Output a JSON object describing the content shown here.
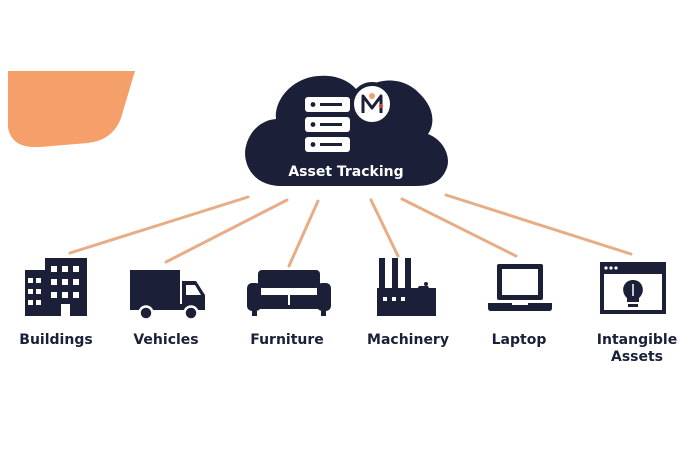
{
  "hub": {
    "label": "Asset Tracking"
  },
  "nodes": [
    {
      "id": "buildings",
      "label": "Buildings",
      "icon": "office-building-icon"
    },
    {
      "id": "vehicles",
      "label": "Vehicles",
      "icon": "delivery-truck-icon"
    },
    {
      "id": "furniture",
      "label": "Furniture",
      "icon": "sofa-icon"
    },
    {
      "id": "machinery",
      "label": "Machinery",
      "icon": "factory-icon"
    },
    {
      "id": "laptop",
      "label": "Laptop",
      "icon": "laptop-icon"
    },
    {
      "id": "intangible",
      "label": "Intangible\nAssets",
      "icon": "browser-lightbulb-icon"
    }
  ],
  "colors": {
    "navy": "#1b1f38",
    "connector": "#e6ad86",
    "accent_orange": "#f5a06a",
    "white": "#ffffff"
  }
}
